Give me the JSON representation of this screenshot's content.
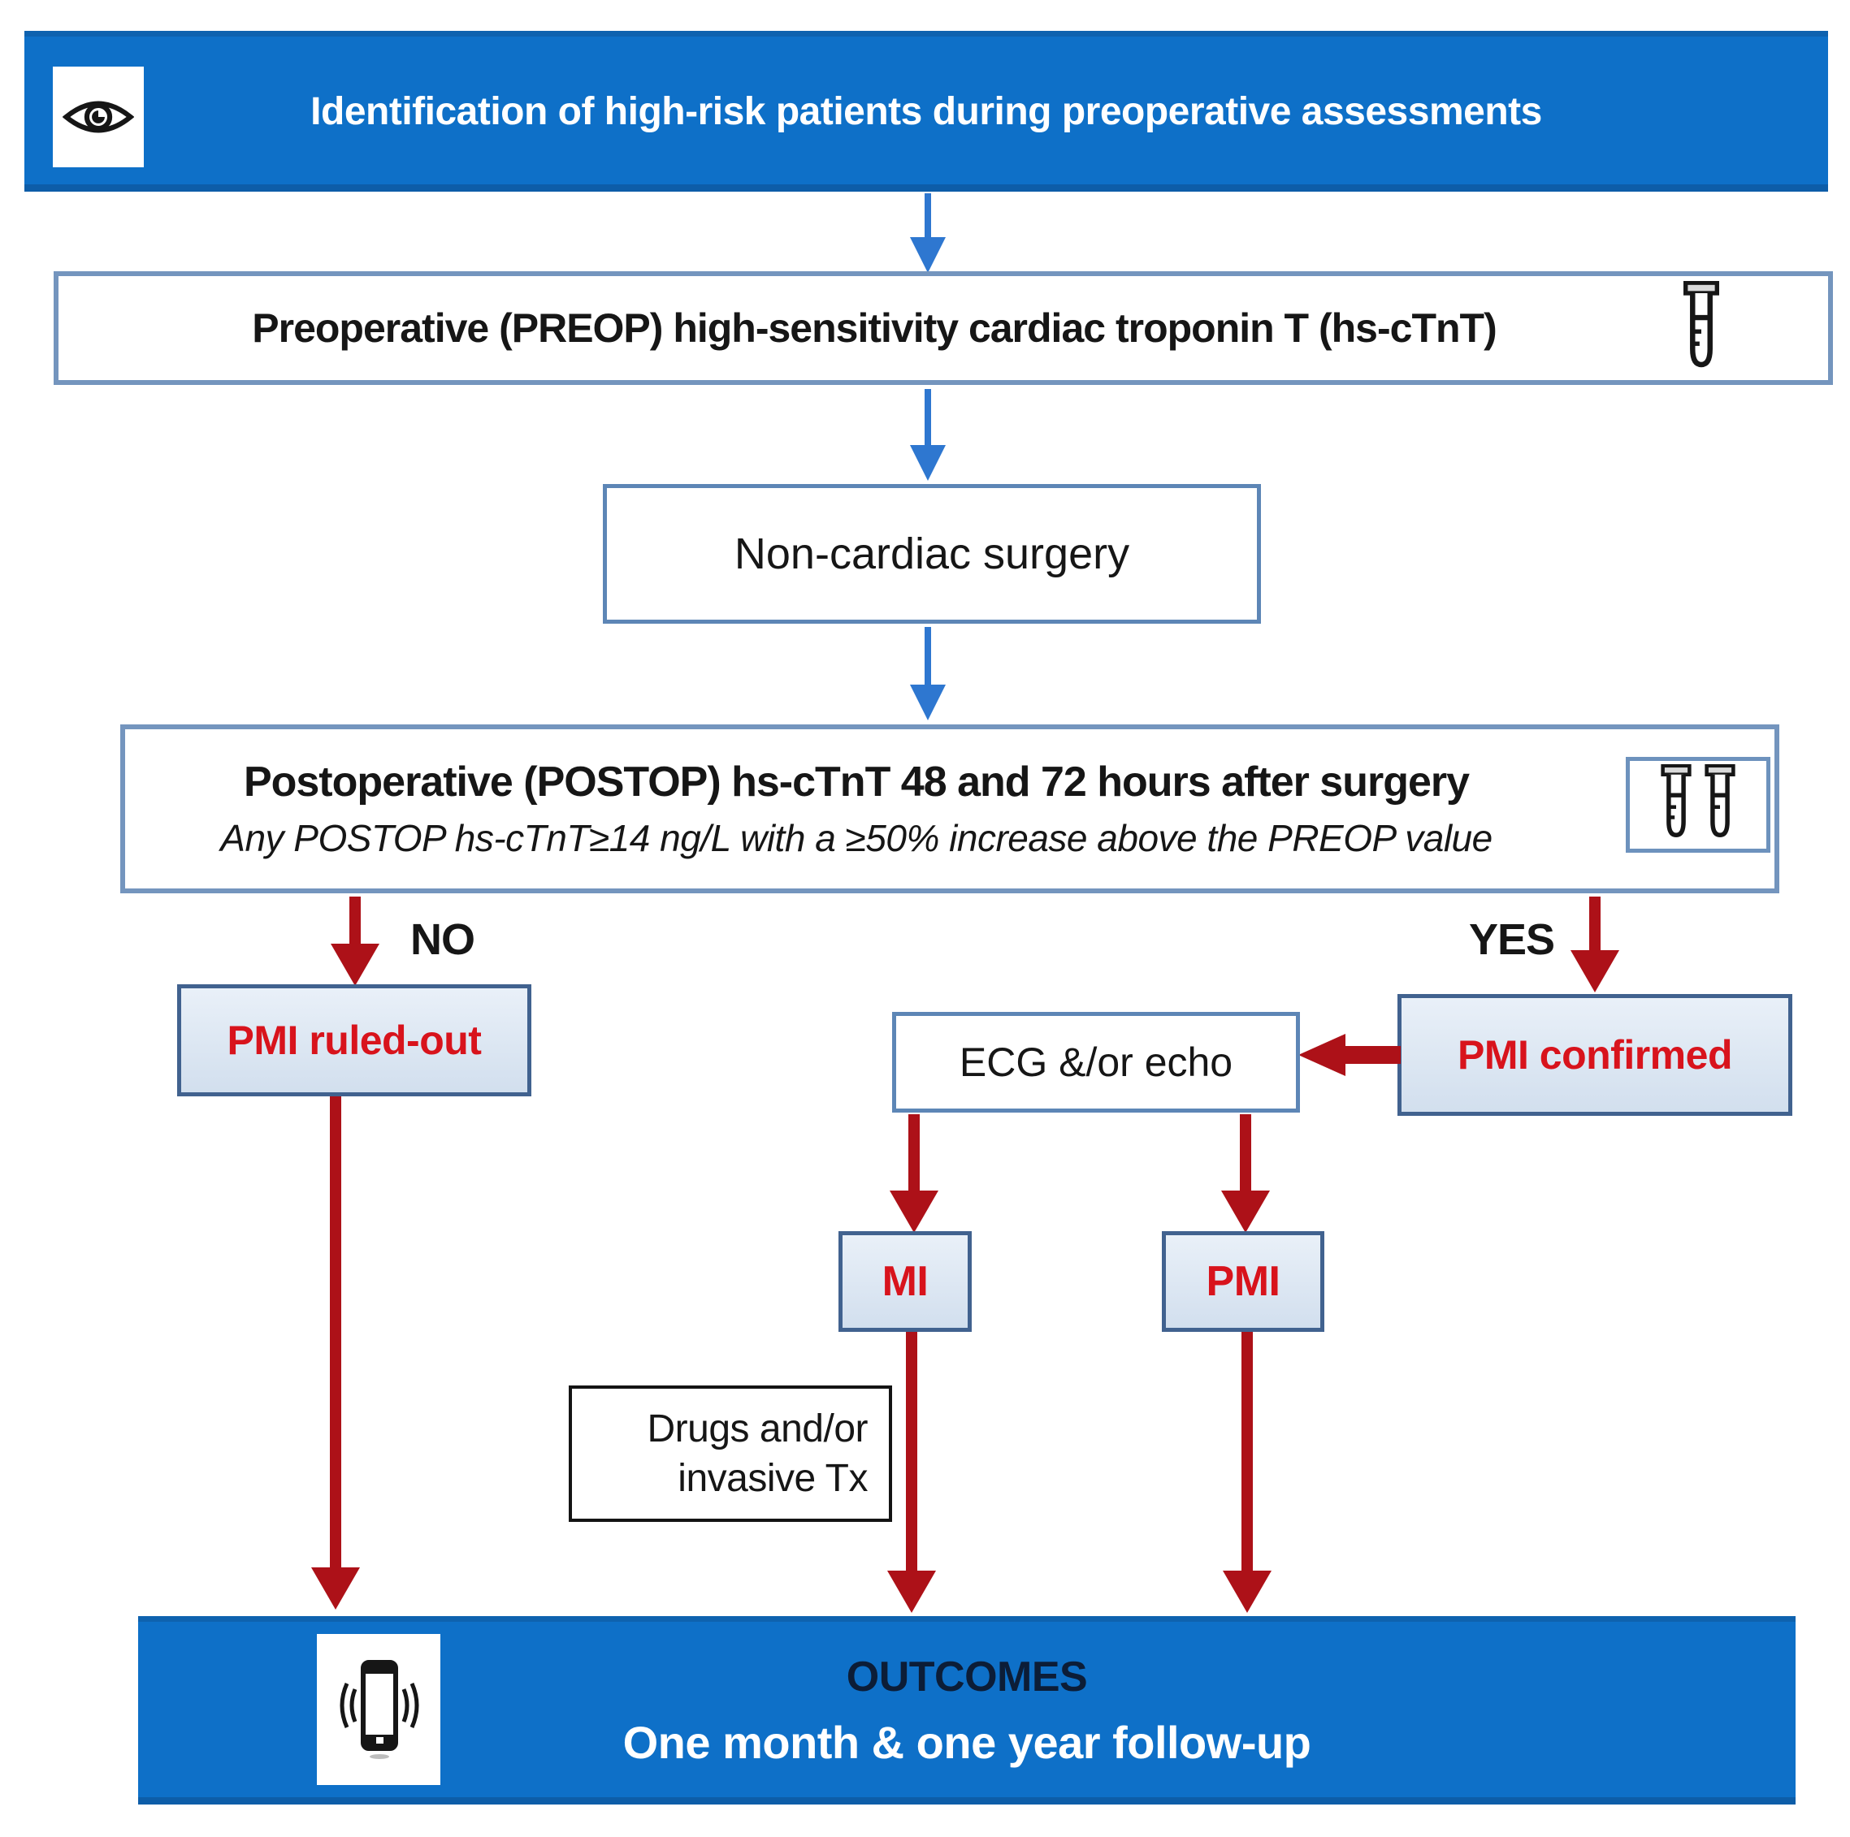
{
  "colors": {
    "banner_blue": "#0e70c8",
    "arrow_blue": "#2e77d0",
    "arrow_red": "#ad1118",
    "red_text": "#d8131c",
    "light_box_fill": "#dce7f3",
    "dark_box_border": "#41628f",
    "blue_box_border": "#7495be",
    "outcomes_title_color": "#0c1d37"
  },
  "nodes": {
    "top_banner": {
      "label": "Identification of high-risk patients during preoperative assessments",
      "icon": "eye-icon"
    },
    "preop": {
      "label": "Preoperative (PREOP) high-sensitivity cardiac troponin T (hs-cTnT)",
      "icon": "test-tube-icon"
    },
    "surgery": {
      "label": "Non-cardiac surgery"
    },
    "postop": {
      "title": "Postoperative (POSTOP) hs-cTnT 48 and 72 hours after surgery",
      "subtitle": "Any POSTOP hs-cTnT≥14 ng/L with a ≥50% increase above the PREOP value",
      "icon": "test-tubes-icon"
    },
    "branch_no": {
      "label": "NO"
    },
    "branch_yes": {
      "label": "YES"
    },
    "pmi_ruled_out": {
      "label": "PMI ruled-out"
    },
    "pmi_confirmed": {
      "label": "PMI confirmed"
    },
    "ecg": {
      "label": "ECG &/or echo"
    },
    "mi": {
      "label": "MI"
    },
    "pmi": {
      "label": "PMI"
    },
    "drugs": {
      "line1": "Drugs and/or",
      "line2": "invasive Tx"
    },
    "outcomes": {
      "title": "OUTCOMES",
      "subtitle": "One month & one year follow-up",
      "icon": "vibrating-phone-icon"
    }
  }
}
